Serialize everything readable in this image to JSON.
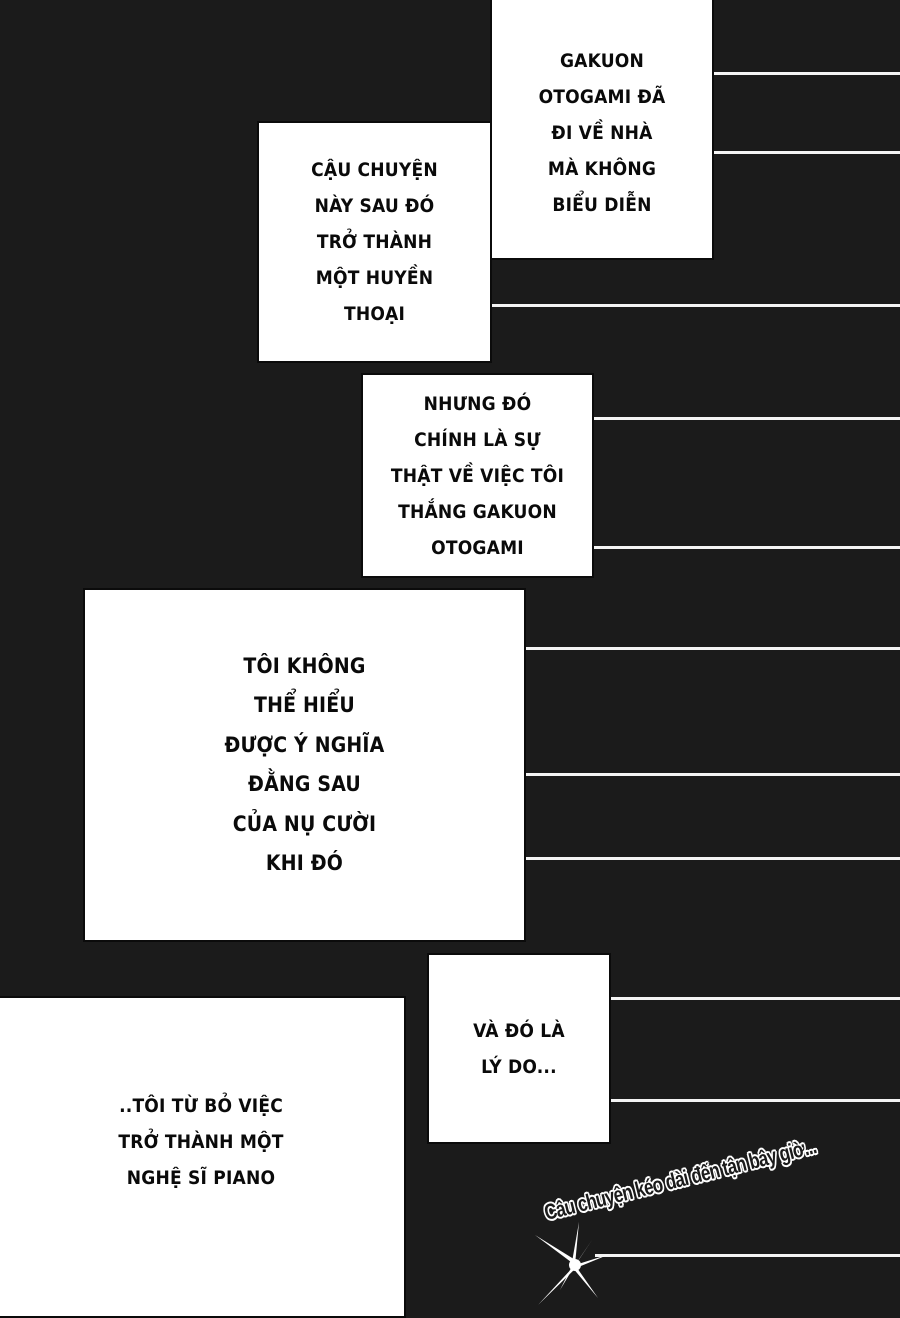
{
  "page": {
    "background_color": "#1b1b1b",
    "panel_color": "#ffffff",
    "line_color": "#f4f4f4"
  },
  "panels": [
    {
      "id": "panel-1",
      "lines": [
        "GAKUON",
        "OTOGAMI ĐÃ",
        "ĐI VỀ NHÀ",
        "MÀ KHÔNG",
        "BIỂU DIỄN"
      ]
    },
    {
      "id": "panel-2",
      "lines": [
        "CẬU CHUYỆN",
        "NÀY SAU ĐÓ",
        "TRỞ THÀNH",
        "MỘT HUYỀN",
        "THOẠI"
      ]
    },
    {
      "id": "panel-3",
      "lines": [
        "NHƯNG ĐÓ",
        "CHÍNH LÀ SỰ",
        "THẬT VỀ VIỆC TÔI",
        "THẮNG GAKUON",
        "OTOGAMI"
      ]
    },
    {
      "id": "panel-4",
      "lines": [
        "TÔI KHÔNG",
        "THỂ HIỂU",
        "ĐƯỢC Ý NGHĨA",
        "ĐẰNG SAU",
        "CỦA NỤ CƯỜI",
        "KHI ĐÓ"
      ]
    },
    {
      "id": "panel-5",
      "lines": [
        "VÀ ĐÓ LÀ",
        "LÝ DO..."
      ]
    },
    {
      "id": "panel-6",
      "lines": [
        "..TÔI TỪ BỎ VIỆC",
        "TRỞ THÀNH MỘT",
        "NGHỆ SĨ PIANO"
      ]
    }
  ],
  "footer_caption": {
    "text": "Câu chuyện kéo dài đến tận bây giờ...",
    "icon": "sparkle-icon"
  }
}
